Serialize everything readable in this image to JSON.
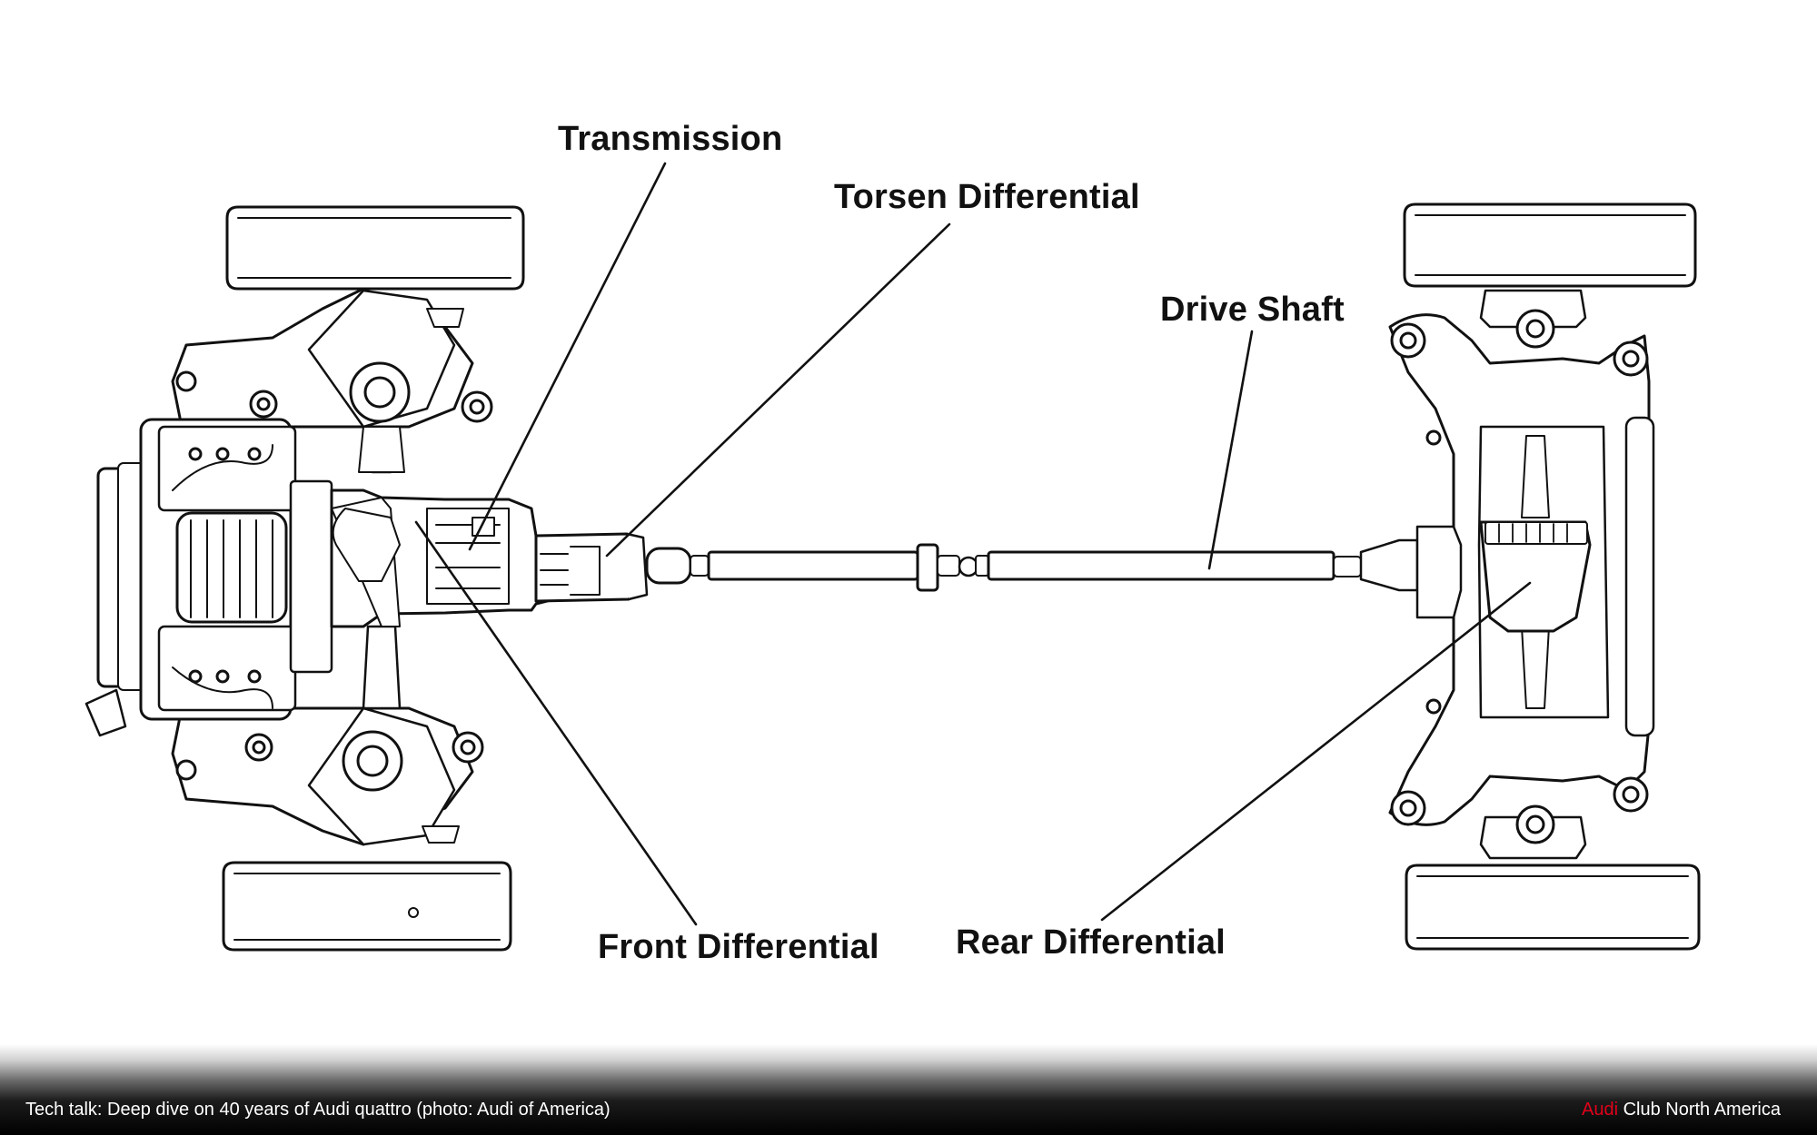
{
  "labels": {
    "transmission": "Transmission",
    "torsen_differential": "Torsen Differential",
    "drive_shaft": "Drive Shaft",
    "front_differential": "Front Differential",
    "rear_differential": "Rear Differential"
  },
  "caption": "Tech talk: Deep dive on 40 years of Audi quattro (photo: Audi of America)",
  "brand": {
    "prefix": "Audi",
    "rest": " Club North America"
  },
  "colors": {
    "line": "#111111",
    "background": "#ffffff",
    "brand_red": "#e1001a",
    "caption_text": "#ffffff"
  }
}
